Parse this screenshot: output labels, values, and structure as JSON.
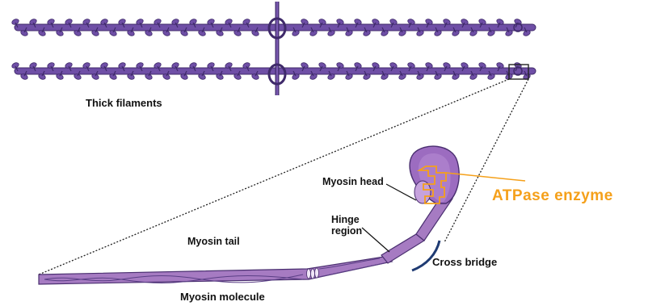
{
  "labels": {
    "thick_filaments": "Thick filaments",
    "myosin_head": "Myosin head",
    "atpase_enzyme": "ATPase  enzyme",
    "hinge_line1": "Hinge",
    "hinge_line2": "region",
    "myosin_tail": "Myosin tail",
    "cross_bridge": "Cross bridge",
    "myosin_molecule": "Myosin molecule"
  },
  "colors": {
    "filament": "#6f4fa6",
    "filament_dark": "#3f2a6a",
    "molecule": "#a67bc2",
    "head": "#9c6cc0",
    "accent": "#f5a01a",
    "cross_bridge_arc": "#1f3b73",
    "label_text": "#111111"
  }
}
